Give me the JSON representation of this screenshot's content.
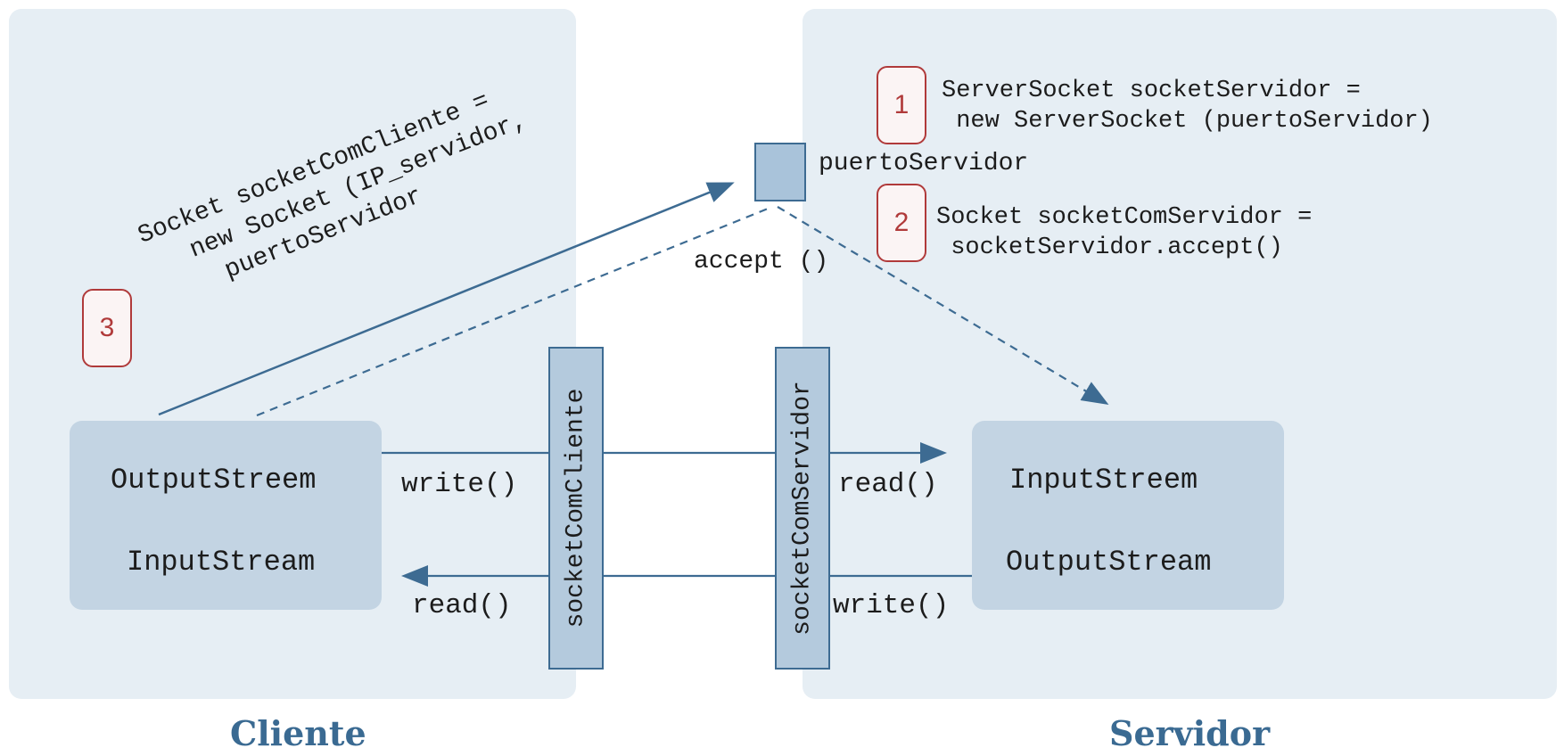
{
  "client": {
    "title": "Cliente",
    "streams": [
      "OutputStreem",
      "InputStream"
    ],
    "write_label": "write()",
    "read_label": "read()",
    "socket_label": "socketComCliente",
    "step3": {
      "number": "3",
      "lines": [
        "Socket socketComCliente =",
        "new Socket (IP_servidor,",
        "puertoServidor"
      ]
    }
  },
  "server": {
    "title": "Servidor",
    "streams": [
      "InputStreem",
      "OutputStream"
    ],
    "read_label": "read()",
    "write_label": "write()",
    "socket_label": "socketComServidor",
    "port_label": "puertoServidor",
    "accept_label": "accept ()",
    "step1": {
      "number": "1",
      "lines": [
        "ServerSocket socketServidor =",
        " new ServerSocket (puertoServidor)"
      ]
    },
    "step2": {
      "number": "2",
      "lines": [
        "Socket socketComServidor =",
        " socketServidor.accept()"
      ]
    }
  },
  "colors": {
    "panel": "#e6eef4",
    "box": "#c3d4e3",
    "arrow": "#3d6b92",
    "badge": "#b03a3a",
    "title": "#3a6a92"
  }
}
